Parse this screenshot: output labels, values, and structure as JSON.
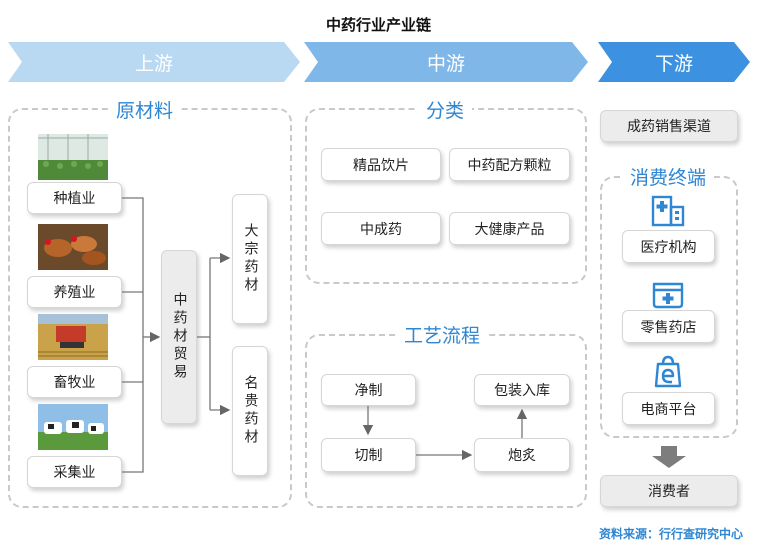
{
  "title": "中药行业产业链",
  "stages": {
    "upstream": "上游",
    "midstream": "中游",
    "downstream": "下游"
  },
  "upstream": {
    "section_title": "原材料",
    "sources": [
      "种植业",
      "养殖业",
      "畜牧业",
      "采集业"
    ],
    "trade": "中药材贸易",
    "products": [
      "大宗药材",
      "名贵药材"
    ],
    "photos": [
      "greenhouse-photo",
      "chickens-photo",
      "harvest-photo",
      "cows-photo"
    ]
  },
  "midstream": {
    "category_title": "分类",
    "categories": [
      "精品饮片",
      "中药配方颗粒",
      "中成药",
      "大健康产品"
    ],
    "process_title": "工艺流程",
    "process": {
      "clean": "净制",
      "cut": "切制",
      "roast": "炮炙",
      "pack": "包装入库"
    }
  },
  "downstream": {
    "channel": "成药销售渠道",
    "terminal_title": "消费终端",
    "terminals": [
      {
        "label": "医疗机构",
        "icon": "hospital-icon"
      },
      {
        "label": "零售药店",
        "icon": "medicine-box-icon"
      },
      {
        "label": "电商平台",
        "icon": "ecommerce-bag-icon"
      }
    ],
    "consumer": "消费者"
  },
  "source": "资料来源：行行查研究中心",
  "colors": {
    "accent": "#2f86d3",
    "arrow_light": "#cfe3f5",
    "arrow_mid": "#8fc0ea",
    "arrow_dark": "#3c92e0"
  }
}
